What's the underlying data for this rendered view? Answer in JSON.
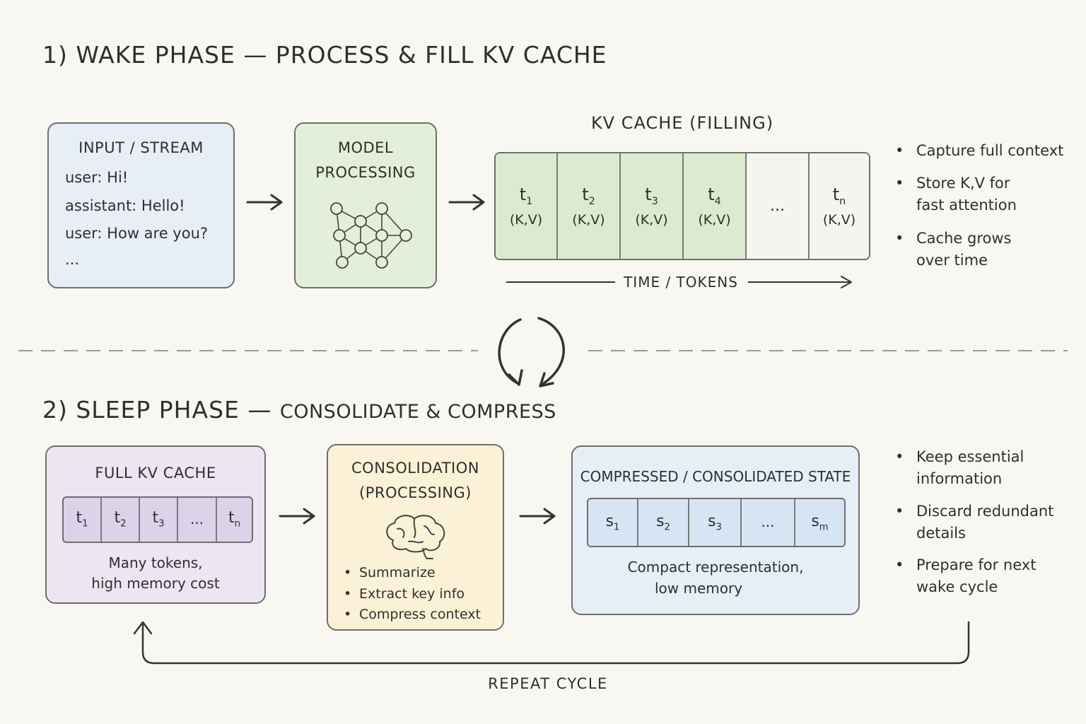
{
  "wake": {
    "title": "1) WAKE PHASE — PROCESS & FILL KV CACHE",
    "input": {
      "title": "INPUT / STREAM",
      "lines": [
        "user: Hi!",
        "assistant: Hello!",
        "user: How are you?",
        "..."
      ]
    },
    "model": {
      "title_line1": "MODEL",
      "title_line2": "PROCESSING",
      "icon": "neural-network-icon"
    },
    "cache": {
      "title": "KV CACHE (FILLING)",
      "cells": [
        {
          "t": "t",
          "sub": "1",
          "kv": "(K,V)",
          "filled": true
        },
        {
          "t": "t",
          "sub": "2",
          "kv": "(K,V)",
          "filled": true
        },
        {
          "t": "t",
          "sub": "3",
          "kv": "(K,V)",
          "filled": true
        },
        {
          "t": "t",
          "sub": "4",
          "kv": "(K,V)",
          "filled": true
        },
        {
          "t": "...",
          "sub": "",
          "kv": "",
          "filled": false
        },
        {
          "t": "t",
          "sub": "n",
          "kv": "(K,V)",
          "filled": false
        }
      ],
      "axis_label": "TIME / TOKENS"
    },
    "notes": [
      "Capture full context",
      "Store K,V for fast attention",
      "Cache grows over time"
    ]
  },
  "sleep": {
    "title_main": "2) SLEEP PHASE —",
    "title_sub": "CONSOLIDATE & COMPRESS",
    "full_cache": {
      "title": "FULL KV CACHE",
      "cells": [
        {
          "t": "t",
          "sub": "1"
        },
        {
          "t": "t",
          "sub": "2"
        },
        {
          "t": "t",
          "sub": "3"
        },
        {
          "t": "...",
          "sub": ""
        },
        {
          "t": "t",
          "sub": "n"
        }
      ],
      "caption_line1": "Many tokens,",
      "caption_line2": "high memory cost"
    },
    "consolidation": {
      "title_line1": "CONSOLIDATION",
      "title_line2": "(PROCESSING)",
      "icon": "brain-icon",
      "bullets": [
        "Summarize",
        "Extract key info",
        "Compress context"
      ]
    },
    "compressed": {
      "title": "COMPRESSED / CONSOLIDATED STATE",
      "cells": [
        {
          "t": "s",
          "sub": "1"
        },
        {
          "t": "s",
          "sub": "2"
        },
        {
          "t": "s",
          "sub": "3"
        },
        {
          "t": "...",
          "sub": ""
        },
        {
          "t": "s",
          "sub": "m"
        }
      ],
      "caption_line1": "Compact representation,",
      "caption_line2": "low memory"
    },
    "notes": [
      "Keep essential information",
      "Discard redundant details",
      "Prepare for next wake cycle"
    ]
  },
  "repeat_label": "REPEAT CYCLE",
  "colors": {
    "input_bg": "#e7eef8",
    "model_bg": "#e3efd8",
    "cache_filled": "#dcebcf",
    "cache_empty": "#f4f4f1",
    "full_cache_bg": "#ece6f3",
    "full_cell": "#ddd2ea",
    "consolidation_bg": "#fbf1d6",
    "compressed_bg": "#e6eef8",
    "compressed_cell": "#d7e4f4",
    "stroke": "#333333"
  }
}
